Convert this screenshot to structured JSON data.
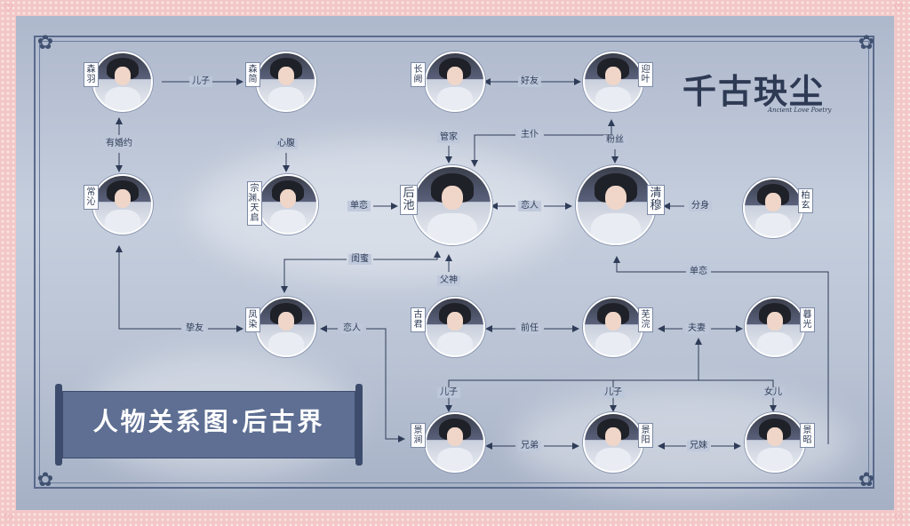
{
  "logo": {
    "title": "千古玦尘",
    "subtitle": "Ancient Love Poetry"
  },
  "banner": {
    "title": "人物关系图·后古界"
  },
  "characters": [
    {
      "id": "c1",
      "name": "森羽"
    },
    {
      "id": "c2",
      "name": "森简"
    },
    {
      "id": "c3",
      "name": "长阙"
    },
    {
      "id": "c4",
      "name": "迎叶"
    },
    {
      "id": "c5",
      "name": "常沁"
    },
    {
      "id": "c6",
      "name": "宗渊、天启"
    },
    {
      "id": "c7",
      "name": "后池"
    },
    {
      "id": "c8",
      "name": "清穆"
    },
    {
      "id": "c9",
      "name": "柏玄"
    },
    {
      "id": "c10",
      "name": "凤染"
    },
    {
      "id": "c11",
      "name": "古君"
    },
    {
      "id": "c12",
      "name": "芜浣"
    },
    {
      "id": "c13",
      "name": "暮光"
    },
    {
      "id": "c14",
      "name": "景涧"
    },
    {
      "id": "c15",
      "name": "景阳"
    },
    {
      "id": "c16",
      "name": "景昭"
    }
  ],
  "relations": [
    {
      "id": "r1",
      "label": "儿子"
    },
    {
      "id": "r2",
      "label": "好友"
    },
    {
      "id": "r3",
      "label": "有婚约"
    },
    {
      "id": "r4",
      "label": "心腹"
    },
    {
      "id": "r5",
      "label": "管家"
    },
    {
      "id": "r6",
      "label": "主仆"
    },
    {
      "id": "r7",
      "label": "粉丝"
    },
    {
      "id": "r8",
      "label": "单恋"
    },
    {
      "id": "r9",
      "label": "恋人"
    },
    {
      "id": "r10",
      "label": "分身"
    },
    {
      "id": "r11",
      "label": "闺蜜"
    },
    {
      "id": "r12",
      "label": "父神"
    },
    {
      "id": "r13",
      "label": "单恋"
    },
    {
      "id": "r14",
      "label": "挚友"
    },
    {
      "id": "r15",
      "label": "恋人"
    },
    {
      "id": "r16",
      "label": "前任"
    },
    {
      "id": "r17",
      "label": "夫妻"
    },
    {
      "id": "r18",
      "label": "儿子"
    },
    {
      "id": "r19",
      "label": "儿子"
    },
    {
      "id": "r20",
      "label": "女儿"
    },
    {
      "id": "r21",
      "label": "兄弟"
    },
    {
      "id": "r22",
      "label": "兄妹"
    }
  ]
}
